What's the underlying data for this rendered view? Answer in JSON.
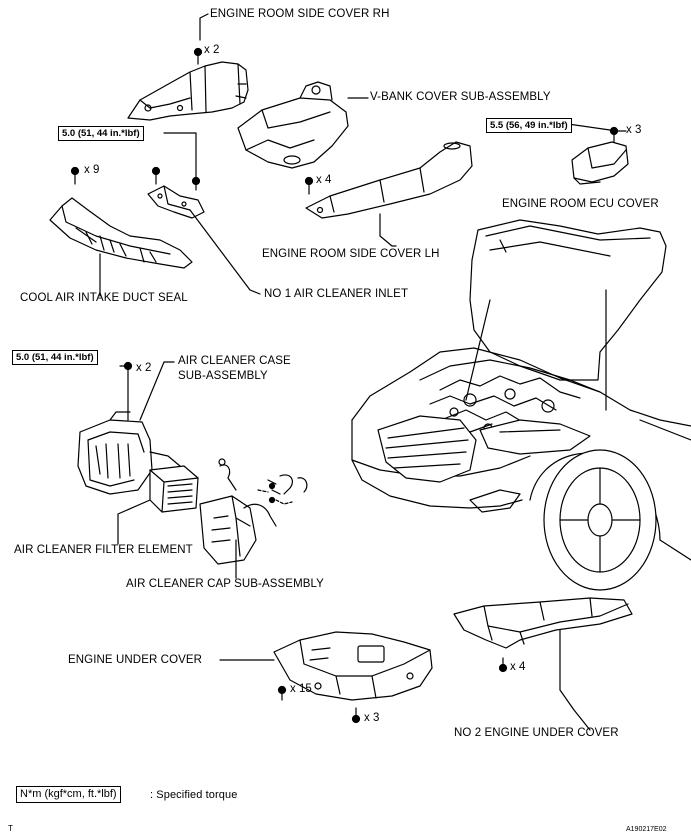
{
  "labels": {
    "engine_room_side_cover_rh": "ENGINE ROOM SIDE COVER RH",
    "v_bank_cover": "V-BANK COVER SUB-ASSEMBLY",
    "engine_room_ecu_cover": "ENGINE ROOM ECU COVER",
    "engine_room_side_cover_lh": "ENGINE ROOM SIDE COVER LH",
    "cool_air_intake_duct_seal": "COOL AIR INTAKE DUCT SEAL",
    "no1_air_cleaner_inlet": "NO  1 AIR CLEANER INLET",
    "air_cleaner_case_line1": "AIR CLEANER CASE",
    "air_cleaner_case_line2": "SUB-ASSEMBLY",
    "air_cleaner_filter_element": "AIR CLEANER FILTER ELEMENT",
    "air_cleaner_cap": "AIR CLEANER CAP SUB-ASSEMBLY",
    "engine_under_cover": "ENGINE UNDER COVER",
    "no2_engine_under_cover": "NO  2 ENGINE UNDER COVER"
  },
  "quantities": {
    "rh_cover_bolts": "x 2",
    "duct_seal_clips": "x 9",
    "lh_cover_bolts": "x 4",
    "ecu_cover_bolts": "x 3",
    "air_cleaner_case_bolts": "x 2",
    "under_cover_bolts_a": "x 15",
    "under_cover_bolts_b": "x 3",
    "no2_under_cover_bolts": "x 4"
  },
  "torques": {
    "inlet": "5.0 (51, 44 in.*lbf)",
    "ecu_cover": "5.5 (56, 49 in.*lbf)",
    "air_cleaner_case": "5.0 (51, 44 in.*lbf)"
  },
  "legend": {
    "box_text": "N*m (kgf*cm, ft.*lbf)",
    "description": ": Specified torque"
  },
  "footer": {
    "left_mark": "T",
    "figure_id": "A190217E02"
  }
}
